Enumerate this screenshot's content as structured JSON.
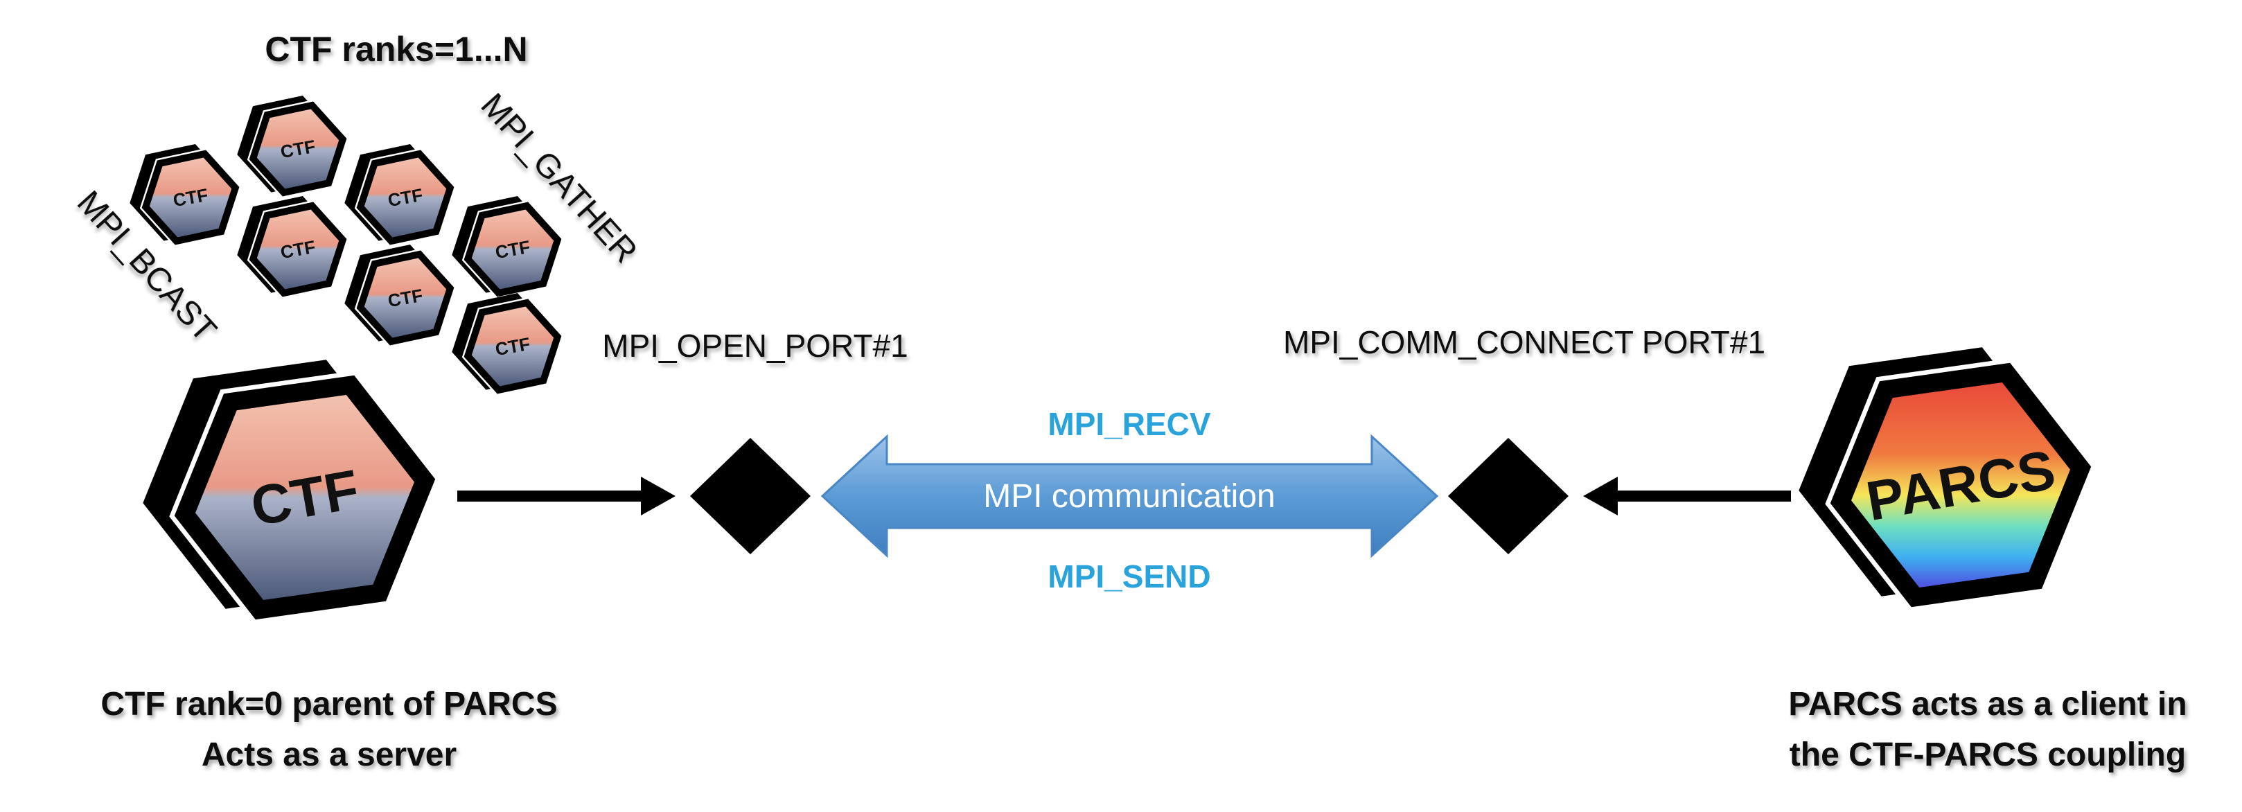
{
  "top_label": "CTF ranks=1...N",
  "bcast_label": "MPI_BCAST",
  "gather_label": "MPI_GATHER",
  "open_port_label": "MPI_OPEN_PORT#1",
  "connect_label": "MPI_COMM_CONNECT PORT#1",
  "recv_label": "MPI_RECV",
  "send_label": "MPI_SEND",
  "communication_label": "MPI communication",
  "ctf_logo_text": "CTF",
  "parcs_logo_text": "PARCS",
  "ctf_caption": [
    "CTF rank=0 parent of PARCS",
    "Acts as a server"
  ],
  "parcs_caption": [
    "PARCS acts as a client in",
    "the CTF-PARCS coupling"
  ],
  "colors": {
    "mpi_blue": "#29a3dc",
    "arrow_fill": "#5b9bd5",
    "black": "#000000"
  }
}
